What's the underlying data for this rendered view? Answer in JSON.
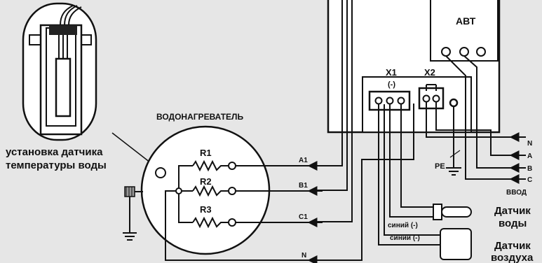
{
  "heater_title": "ВОДОНАГРЕВАТЕЛЬ",
  "sensor_install_caption": [
    "установка датчика",
    "температуры воды"
  ],
  "resistors": [
    "R1",
    "R2",
    "R3"
  ],
  "breaker_label": "АВТ",
  "terminal_x1": "X1",
  "terminal_x1_sub": "(-)",
  "terminal_x2": "X2",
  "pe_label": "PE",
  "lines": [
    "A1",
    "B1",
    "C1",
    "N"
  ],
  "input_phases": [
    "N",
    "A",
    "B",
    "C"
  ],
  "input_label": "ВВОД",
  "wire_blue_1": "синий (-)",
  "wire_blue_2": "синий (-)",
  "water_sensor_label": [
    "Датчик",
    "воды"
  ],
  "air_sensor_label": [
    "Датчик",
    "воздуха"
  ],
  "colors": {
    "background": "#e6e6e6",
    "ink": "#111111",
    "panel": "#ffffff"
  }
}
